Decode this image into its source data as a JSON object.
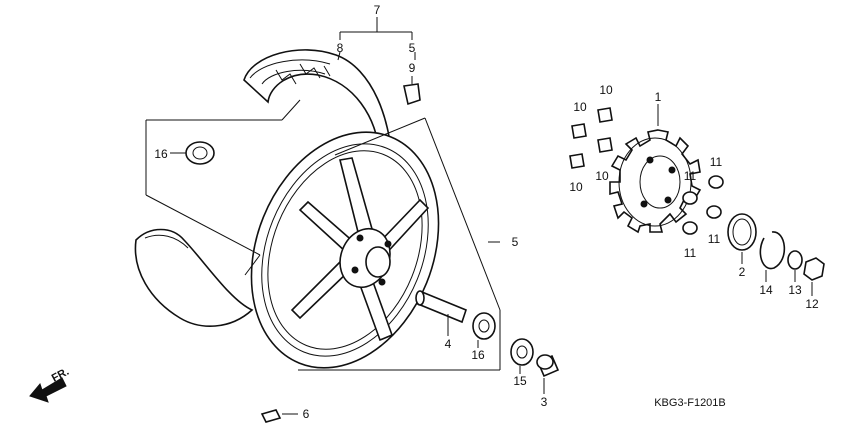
{
  "diagram": {
    "code": "KBG3-F1201B",
    "front_label": "FR.",
    "callouts": {
      "c1": "1",
      "c2": "2",
      "c3": "3",
      "c4": "4",
      "c5_top": "5",
      "c5_side": "5",
      "c6": "6",
      "c7": "7",
      "c8": "8",
      "c9": "9",
      "c10a": "10",
      "c10b": "10",
      "c10c": "10",
      "c10d": "10",
      "c11a": "11",
      "c11b": "11",
      "c11c": "11",
      "c11d": "11",
      "c12": "12",
      "c13": "13",
      "c14": "14",
      "c15": "15",
      "c16a": "16",
      "c16b": "16"
    },
    "colors": {
      "line": "#111111",
      "background": "#ffffff"
    }
  }
}
